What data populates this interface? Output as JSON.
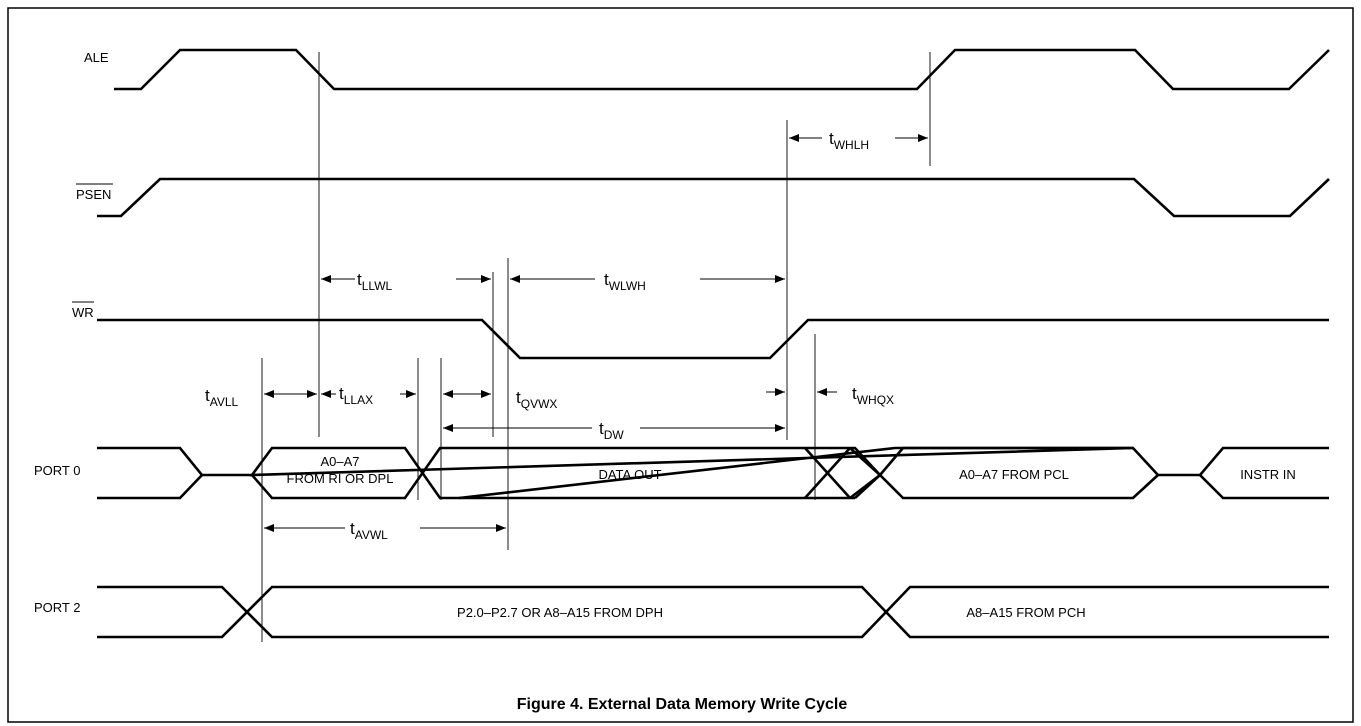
{
  "signals": {
    "ale": "ALE",
    "psen": "PSEN",
    "wr": "WR",
    "port0": "PORT 0",
    "port2": "PORT 2"
  },
  "bus_labels": {
    "a0_a7_line1": "A0–A7",
    "a0_a7_line2": "FROM RI OR DPL",
    "data_out": "DATA OUT",
    "a0_a7_pcl": "A0–A7 FROM PCL",
    "instr_in": "INSTR IN",
    "p2_dph": "P2.0–P2.7 OR A8–A15 FROM DPH",
    "a8_a15_pch": "A8–A15 FROM PCH"
  },
  "timing": {
    "whlh": {
      "t": "t",
      "sub": "WHLH"
    },
    "llwl": {
      "t": "t",
      "sub": "LLWL"
    },
    "wlwh": {
      "t": "t",
      "sub": "WLWH"
    },
    "avll": {
      "t": "t",
      "sub": "AVLL"
    },
    "llax": {
      "t": "t",
      "sub": "LLAX"
    },
    "qvwx": {
      "t": "t",
      "sub": "QVWX"
    },
    "whqx": {
      "t": "t",
      "sub": "WHQX"
    },
    "dw": {
      "t": "t",
      "sub": "DW"
    },
    "avwl": {
      "t": "t",
      "sub": "AVWL"
    }
  },
  "caption": "Figure 4.  External Data Memory Write Cycle"
}
